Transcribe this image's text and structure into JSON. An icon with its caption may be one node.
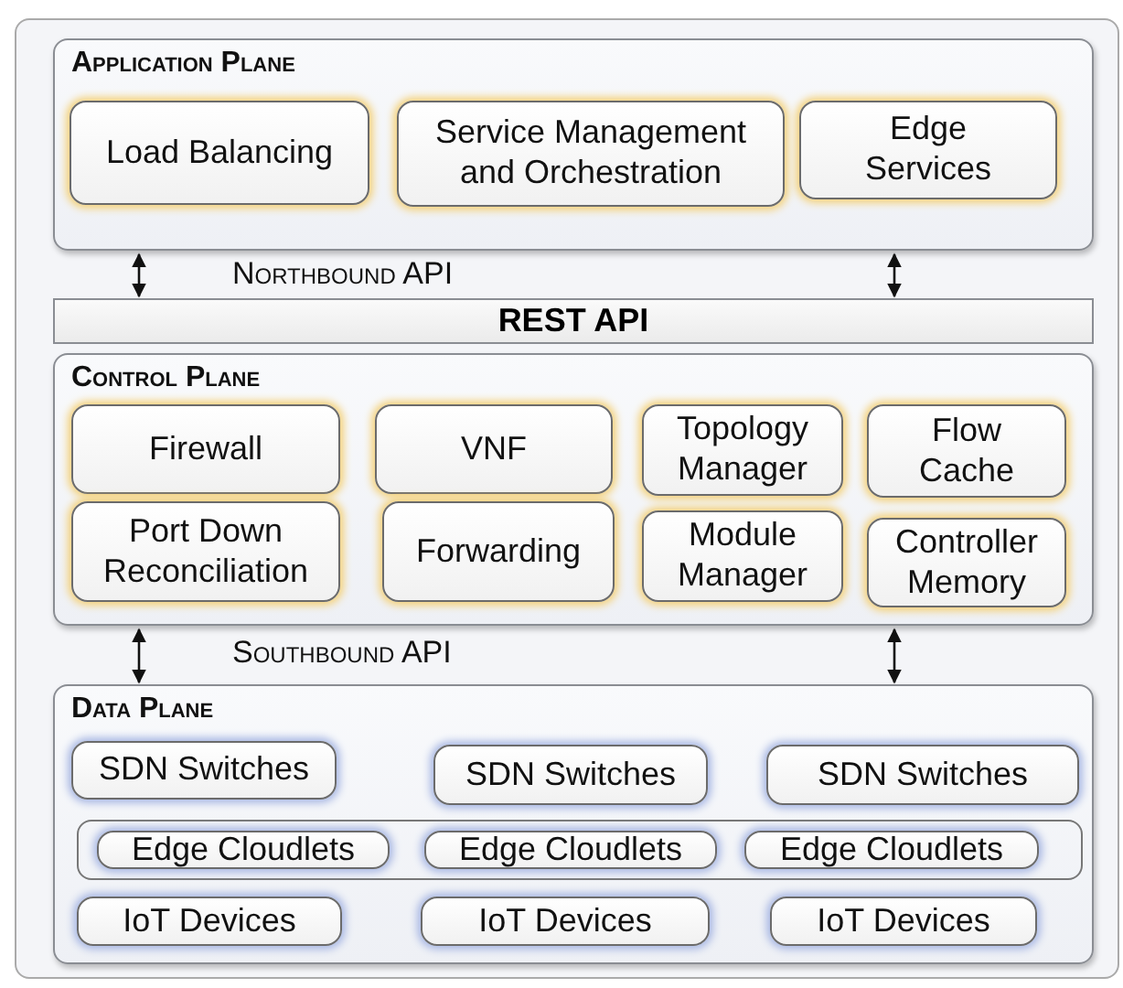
{
  "diagram": {
    "nodes": [
      {
        "text": [
          "Application Plane"
        ]
      },
      {
        "text": [
          "Load Balancing"
        ],
        "in": 0
      },
      {
        "text": [
          "Service Management and Orchestration"
        ],
        "in": 0
      },
      {
        "text": [
          "Edge Services"
        ],
        "in": 0
      },
      {
        "text": [
          "REST API"
        ]
      },
      {
        "text": [
          "Control Plane"
        ]
      },
      {
        "text": [
          "Firewall"
        ],
        "in": 5
      },
      {
        "text": [
          "VNF"
        ],
        "in": 5
      },
      {
        "text": [
          "Topology Manager"
        ],
        "in": 5
      },
      {
        "text": [
          "Flow Cache"
        ],
        "in": 5
      },
      {
        "text": [
          "Port Down Reconciliation"
        ],
        "in": 5
      },
      {
        "text": [
          "Forwarding"
        ],
        "in": 5
      },
      {
        "text": [
          "Module Manager"
        ],
        "in": 5
      },
      {
        "text": [
          "Controller Memory"
        ],
        "in": 5
      },
      {
        "text": [
          "Data Plane"
        ]
      },
      {
        "text": [
          "SDN Switches"
        ],
        "in": 14
      },
      {
        "text": [
          "SDN Switches"
        ],
        "in": 14
      },
      {
        "text": [
          "SDN Switches"
        ],
        "in": 14
      },
      {
        "text": [],
        "shape": "box",
        "in": 14
      },
      {
        "text": [
          "Edge Cloudlets"
        ],
        "in": 18
      },
      {
        "text": [
          "Edge Cloudlets"
        ],
        "in": 18
      },
      {
        "text": [
          "Edge Cloudlets"
        ],
        "in": 18
      },
      {
        "text": [
          "IoT Devices"
        ],
        "in": 14
      },
      {
        "text": [
          "IoT Devices"
        ],
        "in": 14
      },
      {
        "text": [
          "IoT Devices"
        ],
        "in": 14
      }
    ],
    "edges": [
      {
        "from": 0,
        "to": 4,
        "arrow": "both"
      },
      {
        "from": 0,
        "to": 4,
        "arrow": "both"
      },
      {
        "from": 5,
        "to": 14,
        "arrow": "both"
      },
      {
        "from": 5,
        "to": 14,
        "arrow": "both"
      }
    ],
    "labels": [
      "Northbound API",
      "Southbound API"
    ]
  }
}
